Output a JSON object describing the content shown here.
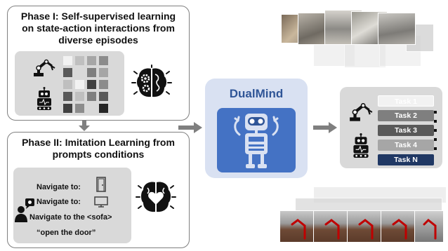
{
  "phase1": {
    "title": "Phase I: Self-supervised learning on state-action interactions from diverse episodes"
  },
  "phase2": {
    "title": "Phase II: Imitation Learning from prompts conditions",
    "prompts": [
      "Navigate to:",
      "Navigate to:",
      "Navigate to the <sofa>",
      "“open the door”"
    ]
  },
  "model": {
    "name": "DualMind"
  },
  "tasks": [
    {
      "label": "Task 1",
      "color": "#f2f2f2"
    },
    {
      "label": "Task 2",
      "color": "#7f7f7f"
    },
    {
      "label": "Task 3",
      "color": "#595959"
    },
    {
      "label": "Task 4",
      "color": "#a6a6a6"
    },
    {
      "label": "Task N",
      "color": "#203864"
    }
  ],
  "grid_shades": [
    "#f2f2f2",
    "#bfbfbf",
    "#a6a6a6",
    "#8c8c8c",
    "#595959",
    "#d9d9d9",
    "#7f7f7f",
    "#a6a6a6",
    "#bfbfbf",
    "#f2f2f2",
    "#404040",
    "#8c8c8c",
    "#595959",
    "#bfbfbf",
    "#7f7f7f",
    "#595959",
    "#404040",
    "#8c8c8c",
    "#d9d9d9",
    "#262626"
  ],
  "icons": [
    "robot-arm-icon",
    "robot-icon",
    "brain-gears-icon",
    "brain-heart-icon",
    "door-icon",
    "monitor-icon",
    "person-idea-icon",
    "dualmind-robot-icon",
    "arrow-icon",
    "ellipsis-icon"
  ],
  "colors": {
    "accent": "#2f5597",
    "model_bg": "#d9e1f2",
    "model_inner": "#4472c4",
    "task_n": "#203864"
  }
}
